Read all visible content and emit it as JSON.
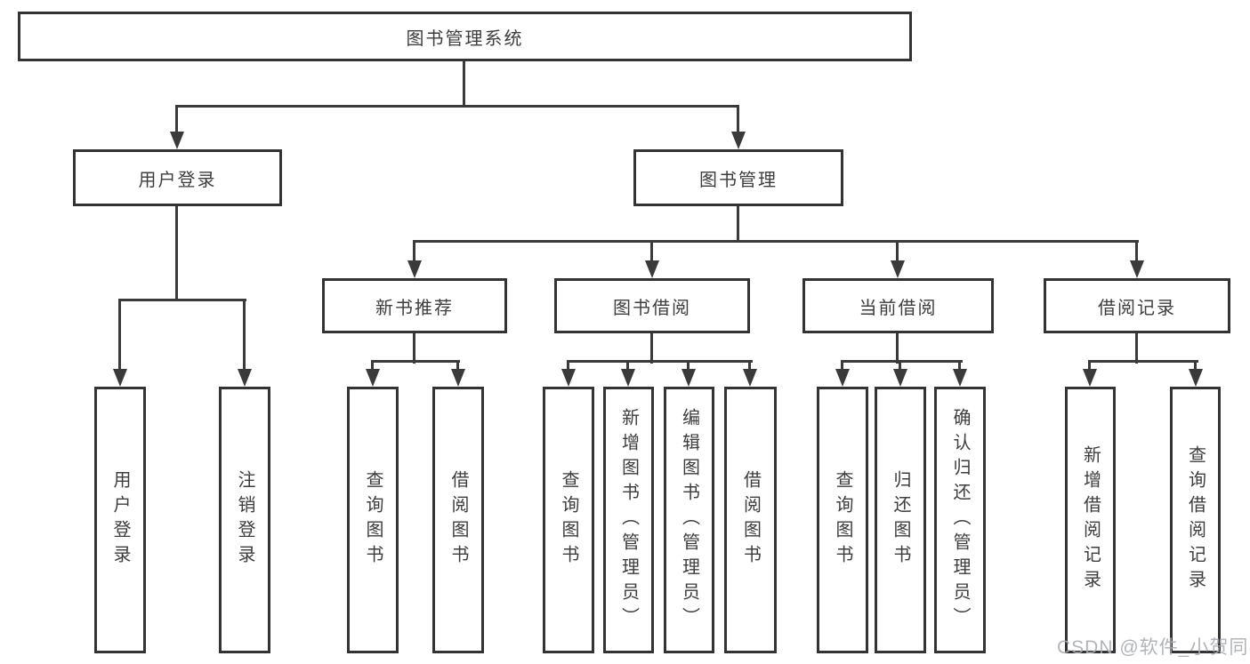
{
  "root": {
    "label": "图书管理系统"
  },
  "level2": {
    "user_login": {
      "label": "用户登录",
      "leaves": [
        "用户登录",
        "注销登录"
      ]
    },
    "book_management": {
      "label": "图书管理",
      "modules": {
        "new_book": {
          "label": "新书推荐",
          "leaves": [
            "查询图书",
            "借阅图书"
          ]
        },
        "borrow": {
          "label": "图书借阅",
          "leaves": [
            "查询图书",
            "新增图书（管理员）",
            "编辑图书（管理员）",
            "借阅图书"
          ]
        },
        "current": {
          "label": "当前借阅",
          "leaves": [
            "查询图书",
            "归还图书",
            "确认归还（管理员）"
          ]
        },
        "records": {
          "label": "借阅记录",
          "leaves": [
            "新增借阅记录",
            "查询借阅记录"
          ]
        }
      }
    }
  },
  "colors": {
    "line": "#3a3a3a",
    "border": "#333333",
    "text": "#3d3d3d",
    "watermark": "#a9adb2"
  },
  "watermark": "CSDN @软件_小贺同学"
}
